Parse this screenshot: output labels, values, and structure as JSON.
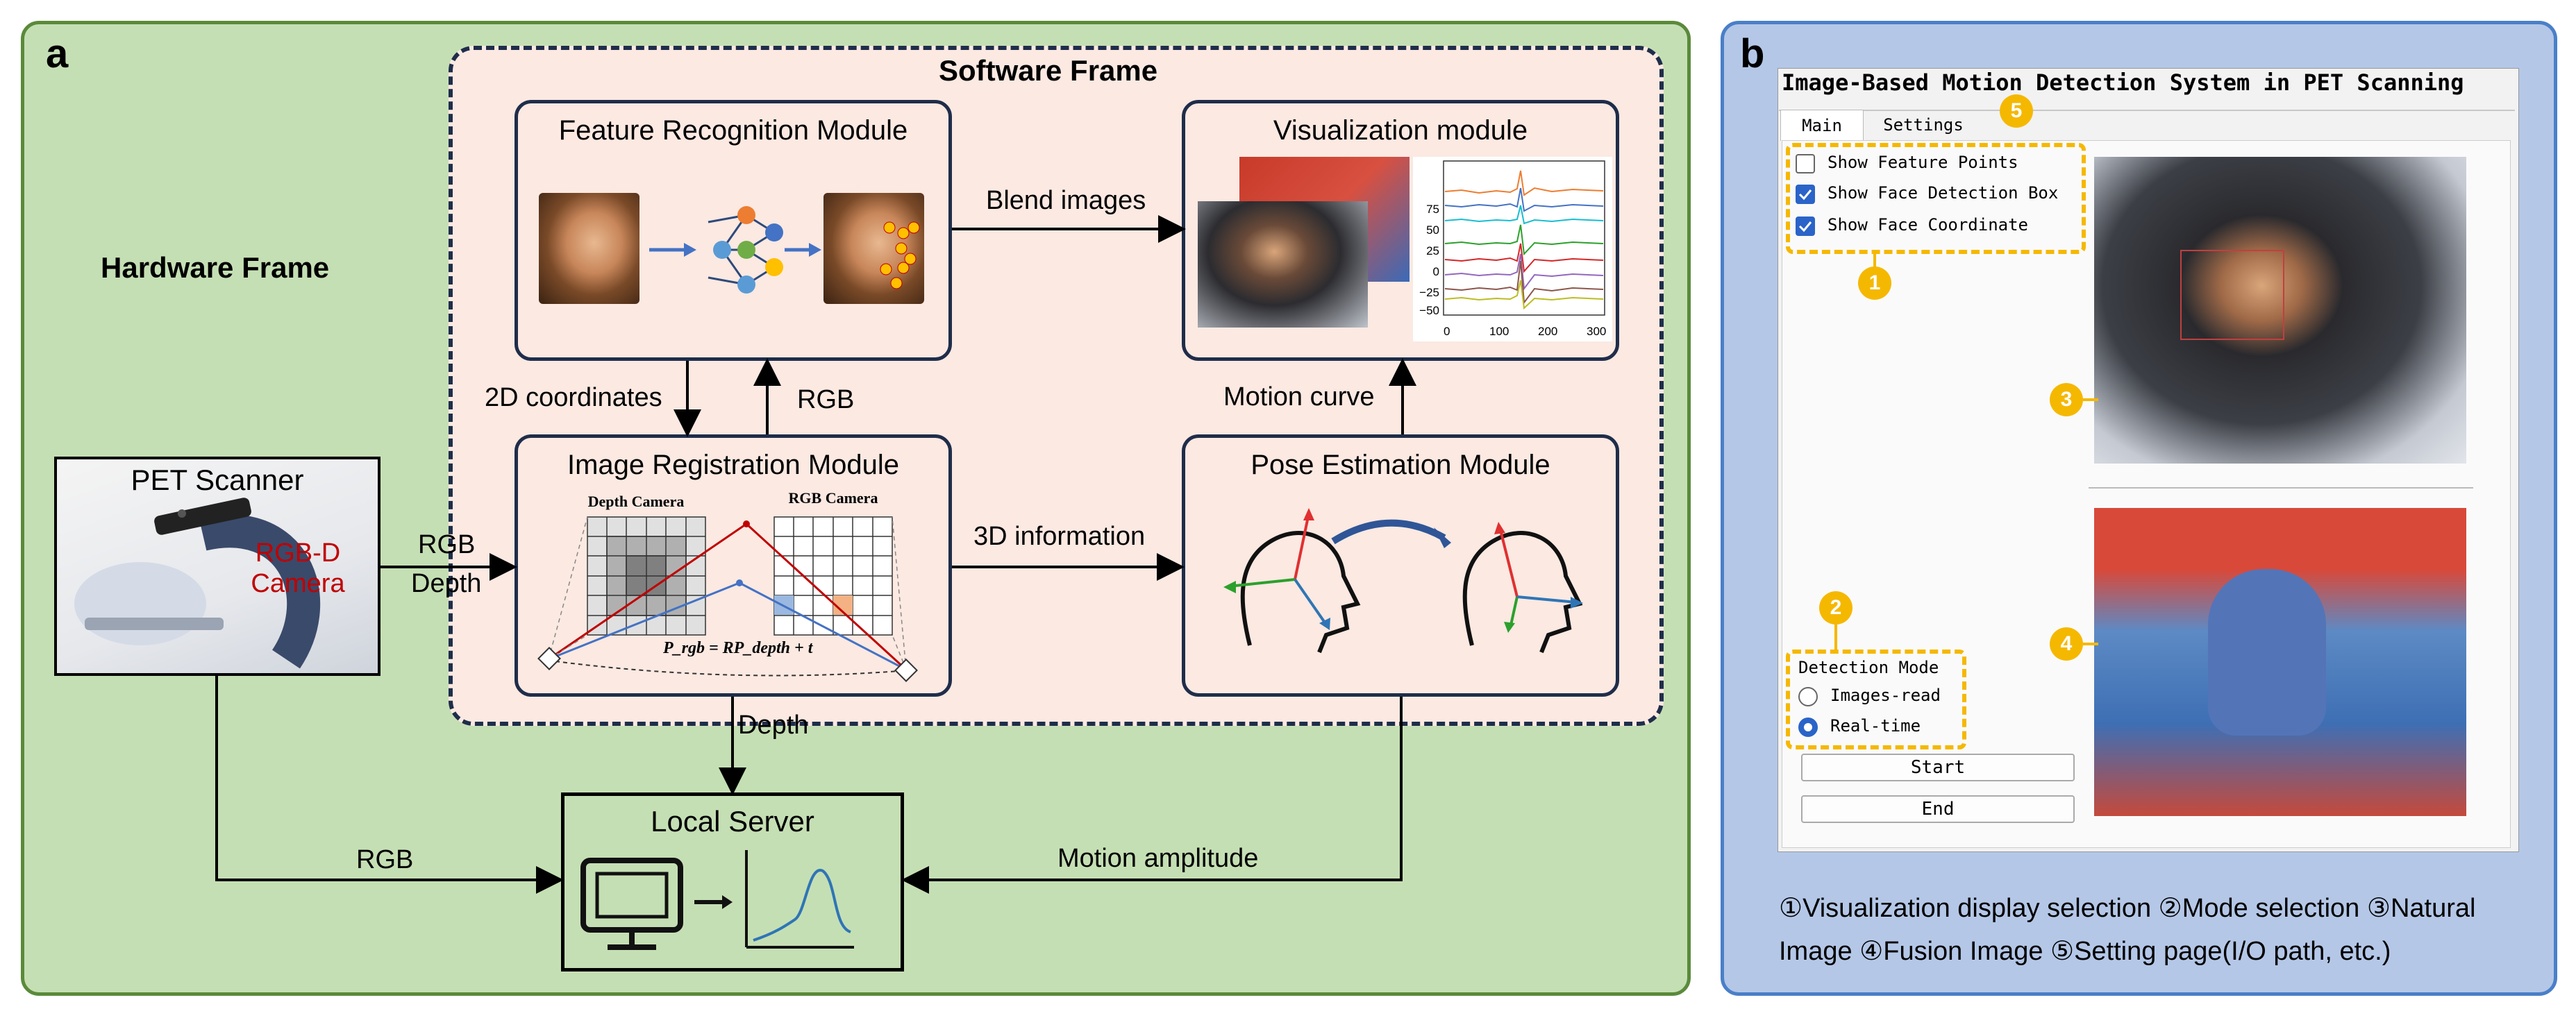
{
  "panel_a": {
    "letter": "a",
    "hardware_frame": "Hardware Frame",
    "software_frame": "Software Frame",
    "pet_scanner": "PET Scanner",
    "rgbd_camera_line1": "RGB-D",
    "rgbd_camera_line2": "Camera",
    "feature_module": "Feature Recognition Module",
    "visualization_module": "Visualization module",
    "registration_module": "Image Registration Module",
    "pose_module": "Pose Estimation Module",
    "local_server": "Local Server",
    "depth_camera": "Depth Camera",
    "rgb_camera": "RGB Camera",
    "formula": "P_rgb = RP_depth + t",
    "edges": {
      "blend_images": "Blend images",
      "coords_2d": "2D coordinates",
      "rgb_up": "RGB",
      "motion_curve": "Motion  curve",
      "info_3d": "3D information",
      "rgb_in": "RGB",
      "depth_in": "Depth",
      "depth_down": "Depth",
      "rgb_bottom": "RGB",
      "motion_amplitude": "Motion amplitude"
    },
    "chart_yticks": [
      "75",
      "50",
      "25",
      "0",
      "−25",
      "−50"
    ],
    "chart_xticks": [
      "0",
      "100",
      "200",
      "300"
    ],
    "colors": {
      "frame_bg": "#c5dfb4",
      "software_bg": "#fbe9e2",
      "module_border": "#1f2d4a",
      "camera_label": "#c00000"
    }
  },
  "panel_b": {
    "letter": "b",
    "window_title": "Image-Based Motion Detection System in PET Scanning",
    "tabs": [
      "Main",
      "Settings"
    ],
    "checkboxes": [
      {
        "label": "Show Feature Points",
        "checked": false
      },
      {
        "label": "Show Face Detection Box",
        "checked": true
      },
      {
        "label": "Show Face Coordinate",
        "checked": true
      }
    ],
    "detection_mode_label": "Detection Mode",
    "radios": [
      {
        "label": "Images-read",
        "selected": false
      },
      {
        "label": "Real-time",
        "selected": true
      }
    ],
    "start_button": "Start",
    "end_button": "End",
    "badges": [
      "1",
      "2",
      "3",
      "4",
      "5"
    ],
    "caption_line1": "①Visualization display selection ②Mode selection ③Natural",
    "caption_line2": "Image ④Fusion Image ⑤Setting page(I/O path, etc.)",
    "colors": {
      "frame_bg": "#b4c7e7",
      "badge": "#f5b800",
      "checkbox_on": "#2a64c8"
    }
  }
}
